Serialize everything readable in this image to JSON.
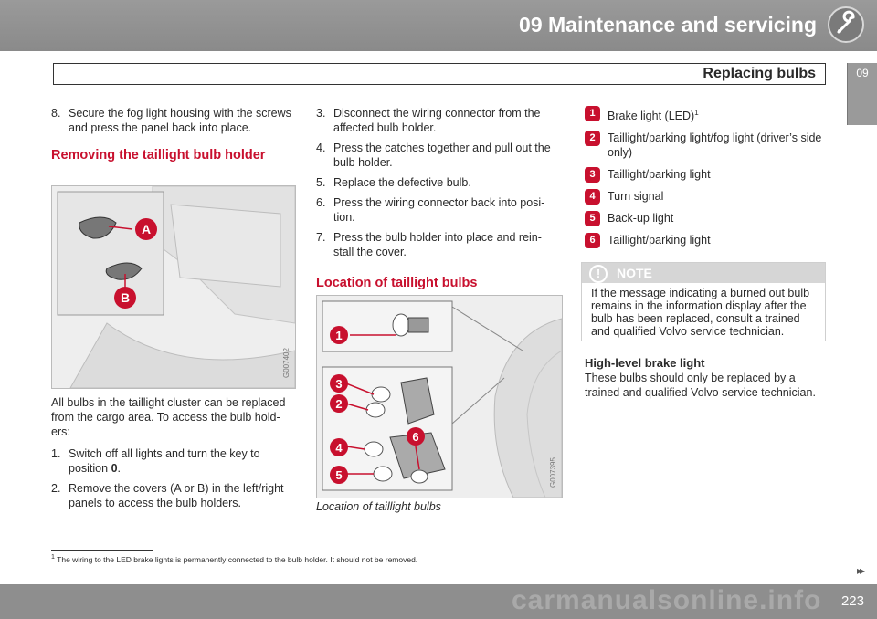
{
  "header": {
    "chapter": "09 Maintenance and servicing",
    "section": "Replacing bulbs",
    "tab": "09"
  },
  "col1": {
    "step8_num": "8.",
    "step8": "Secure the fog light housing with the screws and press the panel back into place.",
    "heading": "Removing the taillight bulb holder",
    "figure_code": "G007402",
    "figure_labels": {
      "a": "A",
      "b": "B"
    },
    "intro": "All bulbs in the taillight cluster can be replaced from the cargo area. To access the bulb hold-ers:",
    "steps": [
      {
        "num": "1.",
        "text": "Switch off all lights and turn the key to position ",
        "bold": "0",
        "tail": "."
      },
      {
        "num": "2.",
        "text": "Remove the covers (A or B) in the left/right panels to access the bulb holders."
      }
    ]
  },
  "col2": {
    "steps": [
      {
        "num": "3.",
        "text": "Disconnect the wiring connector from the affected bulb holder."
      },
      {
        "num": "4.",
        "text": "Press the catches together and pull out the bulb holder."
      },
      {
        "num": "5.",
        "text": "Replace the defective bulb."
      },
      {
        "num": "6.",
        "text": "Press the wiring connector back into posi-tion."
      },
      {
        "num": "7.",
        "text": "Press the bulb holder into place and rein-stall the cover."
      }
    ],
    "heading": "Location of taillight bulbs",
    "figure_code": "G007395",
    "figure_numbers": [
      "1",
      "2",
      "3",
      "4",
      "5",
      "6"
    ],
    "caption": "Location of taillight bulbs"
  },
  "col3": {
    "legend": [
      {
        "marker": "1",
        "text": "Brake light (LED)",
        "sup": "1"
      },
      {
        "marker": "2",
        "text": "Taillight/parking light/fog light (driver’s side only)"
      },
      {
        "marker": "3",
        "text": "Taillight/parking light"
      },
      {
        "marker": "4",
        "text": "Turn signal"
      },
      {
        "marker": "5",
        "text": "Back-up light"
      },
      {
        "marker": "6",
        "text": "Taillight/parking light"
      }
    ],
    "note": {
      "label": "NOTE",
      "icon": "!",
      "text": "If the message indicating a burned out bulb remains in the information display after the bulb has been replaced, consult a trained and qualified Volvo service technician."
    },
    "subheading": "High-level brake light",
    "body": "These bulbs should only be replaced by a trained and qualified Volvo service technician."
  },
  "footnote": {
    "marker": "1",
    "text": "The wiring to the LED brake lights is permanently connected to the bulb holder. It should not be removed."
  },
  "footer": {
    "page": "223",
    "arrows": "▸▸",
    "watermark": "carmanualsonline.info"
  },
  "colors": {
    "accent": "#c8102e",
    "bar": "#8e8e8e"
  }
}
